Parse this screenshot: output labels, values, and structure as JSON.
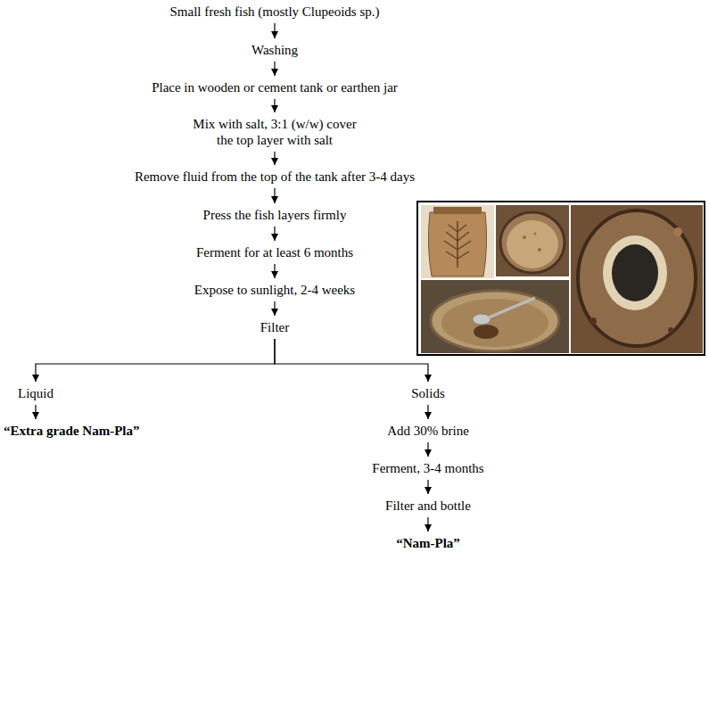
{
  "diagram": {
    "nodes": [
      {
        "text": [
          "Small fresh fish (mostly Clupeoids sp.)"
        ]
      },
      {
        "text": [
          "Washing"
        ]
      },
      {
        "text": [
          "Place in wooden or cement tank or earthen jar"
        ]
      },
      {
        "text": [
          "Mix with salt, 3:1 (w/w) cover the top layer with salt"
        ]
      },
      {
        "text": [
          "Remove fluid from the top of the tank after 3-4 days"
        ]
      },
      {
        "text": [
          "Press the fish layers firmly"
        ]
      },
      {
        "text": [
          "Ferment for at least 6 months"
        ]
      },
      {
        "text": [
          "Expose to sunlight, 2-4 weeks"
        ]
      },
      {
        "text": [
          "Filter"
        ]
      },
      {
        "text": [
          "Liquid"
        ]
      },
      {
        "text": [
          "“Extra grade Nam-Pla”"
        ]
      },
      {
        "text": [
          "Solids"
        ]
      },
      {
        "text": [
          "Add 30% brine"
        ]
      },
      {
        "text": [
          "Ferment, 3-4 months"
        ]
      },
      {
        "text": [
          "Filter and bottle"
        ]
      },
      {
        "text": [
          "“Nam-Pla”"
        ]
      }
    ],
    "edges": [
      {
        "from": 0,
        "to": 1,
        "arrow": "to"
      },
      {
        "from": 1,
        "to": 2,
        "arrow": "to"
      },
      {
        "from": 2,
        "to": 3,
        "arrow": "to"
      },
      {
        "from": 3,
        "to": 4,
        "arrow": "to"
      },
      {
        "from": 4,
        "to": 5,
        "arrow": "to"
      },
      {
        "from": 5,
        "to": 6,
        "arrow": "to"
      },
      {
        "from": 6,
        "to": 7,
        "arrow": "to"
      },
      {
        "from": 7,
        "to": 8,
        "arrow": "to"
      },
      {
        "from": 8,
        "to": 9,
        "arrow": "to"
      },
      {
        "from": 8,
        "to": 11,
        "arrow": "to"
      },
      {
        "from": 9,
        "to": 10,
        "arrow": "to"
      },
      {
        "from": 11,
        "to": 12,
        "arrow": "to"
      },
      {
        "from": 12,
        "to": 13,
        "arrow": "to"
      },
      {
        "from": 13,
        "to": 14,
        "arrow": "to"
      },
      {
        "from": 14,
        "to": 15,
        "arrow": "to"
      }
    ]
  }
}
